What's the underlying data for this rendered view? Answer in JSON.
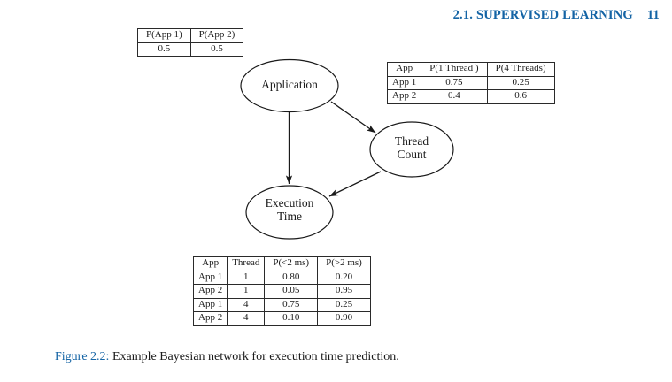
{
  "header": {
    "section_title": "2.1.  SUPERVISED LEARNING",
    "page_number": "11"
  },
  "figure": {
    "caption_label": "Figure 2.2:",
    "caption_text": "Example Bayesian network for execution time prediction.",
    "nodes": [
      {
        "id": "application",
        "label_line1": "Application",
        "label_line2": ""
      },
      {
        "id": "thread-count",
        "label_line1": "Thread",
        "label_line2": "Count"
      },
      {
        "id": "execution-time",
        "label_line1": "Execution",
        "label_line2": "Time"
      }
    ],
    "edges": [
      {
        "from": "application",
        "to": "execution-time"
      },
      {
        "from": "application",
        "to": "thread-count"
      },
      {
        "from": "thread-count",
        "to": "execution-time"
      }
    ]
  },
  "tables": {
    "app_prior": {
      "headers": [
        "P(App 1)",
        "P(App 2)"
      ],
      "rows": [
        [
          "0.5",
          "0.5"
        ]
      ]
    },
    "thread_cpt": {
      "headers": [
        "App",
        "P(1 Thread )",
        "P(4 Threads)"
      ],
      "rows": [
        [
          "App 1",
          "0.75",
          "0.25"
        ],
        [
          "App 2",
          "0.4",
          "0.6"
        ]
      ]
    },
    "exec_cpt": {
      "headers": [
        "App",
        "Thread",
        "P(<2 ms)",
        "P(>2 ms)"
      ],
      "rows": [
        [
          "App 1",
          "1",
          "0.80",
          "0.20"
        ],
        [
          "App 2",
          "1",
          "0.05",
          "0.95"
        ],
        [
          "App 1",
          "4",
          "0.75",
          "0.25"
        ],
        [
          "App 2",
          "4",
          "0.10",
          "0.90"
        ]
      ]
    }
  },
  "colors": {
    "accent_blue": "#1464a5",
    "ink": "#1a1a1a",
    "page_background": "#ffffff"
  }
}
